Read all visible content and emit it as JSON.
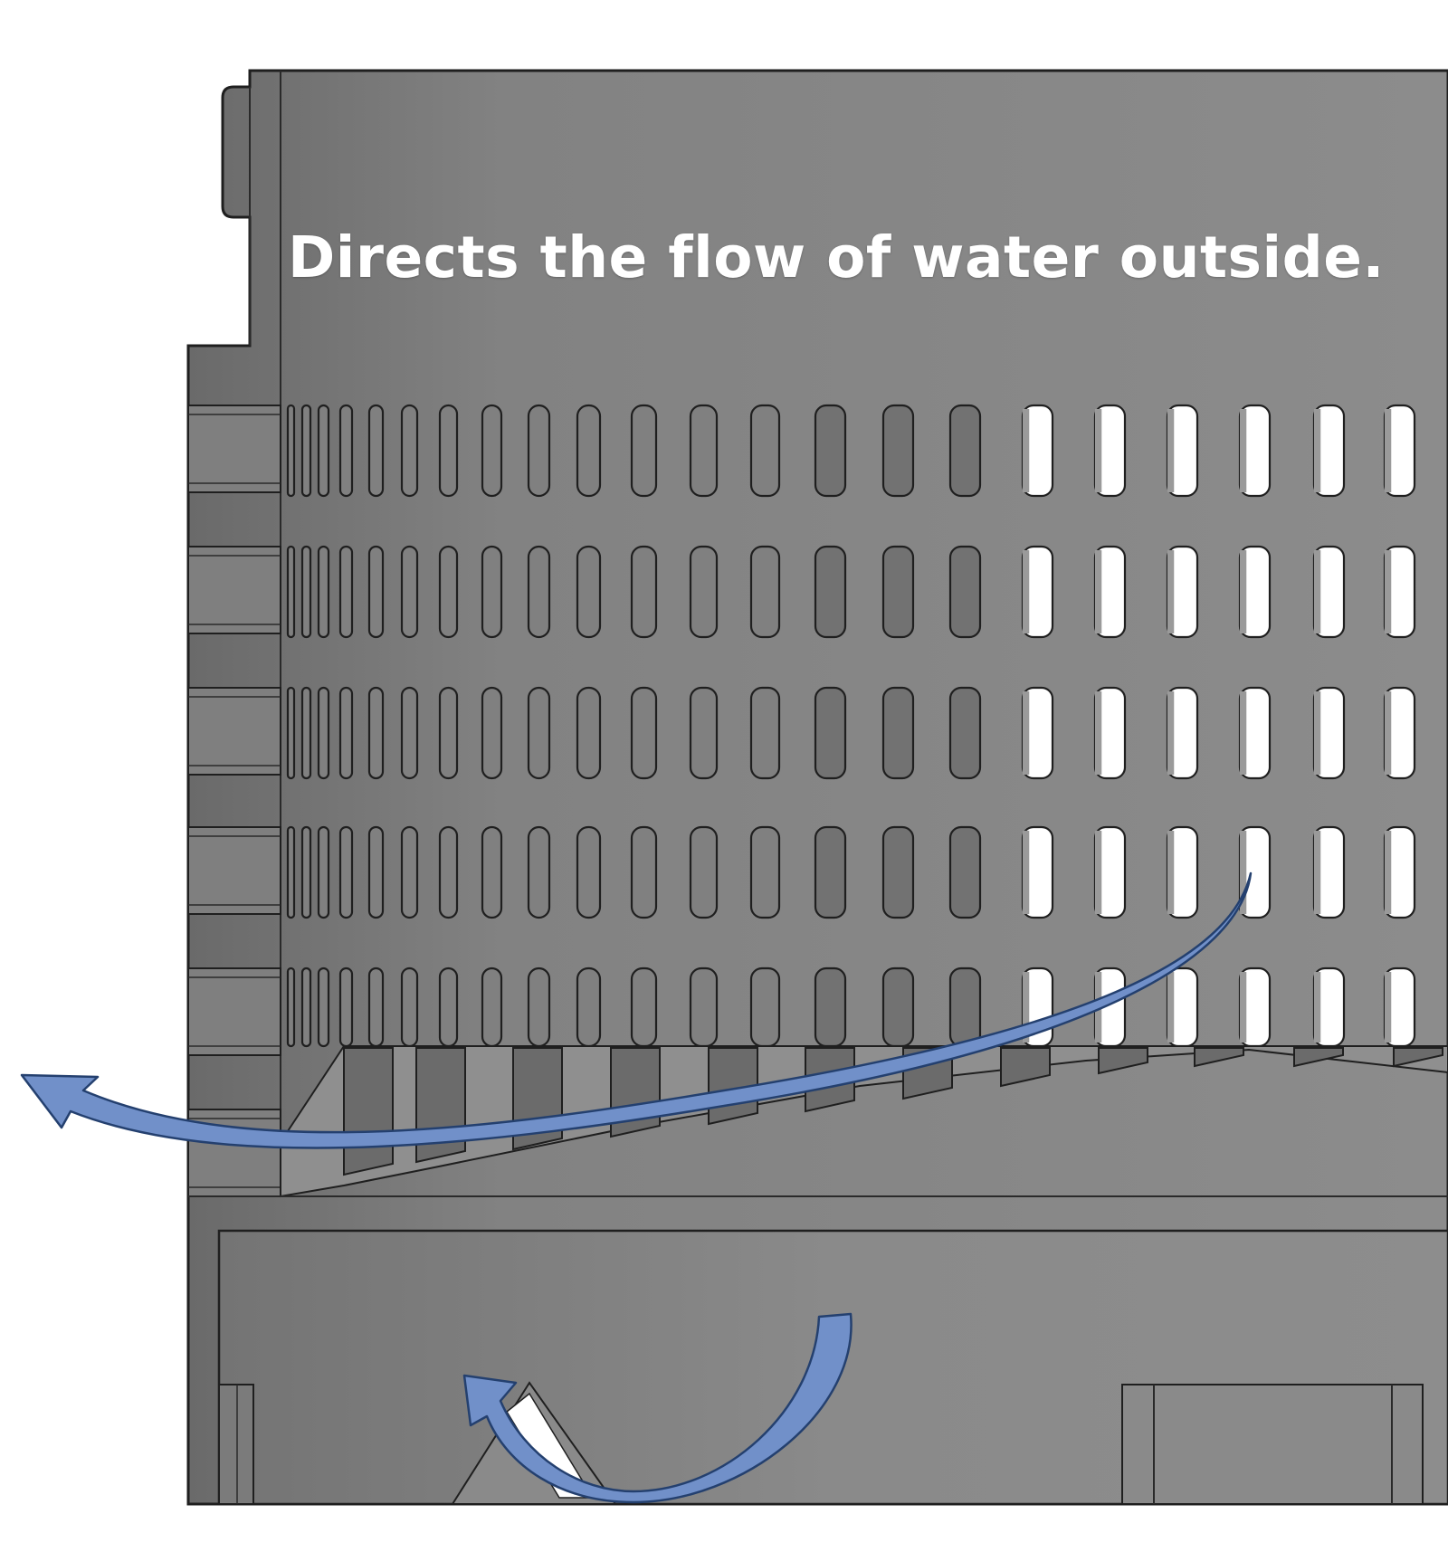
{
  "caption": "Directs the flow of water outside.",
  "colors": {
    "background": "#ffffff",
    "body": "#8a8a8a",
    "body_dark": "#6f6f6f",
    "outline": "#1f1f1f",
    "caption_text": "#ffffff",
    "arrow_fill": "#6f8fc7",
    "arrow_stroke": "#24406f"
  },
  "arrows": [
    {
      "name": "upper-flow-arrow",
      "meaning": "flow from slot out to the left"
    },
    {
      "name": "lower-flow-arrow",
      "meaning": "curved flow into the lower opening"
    }
  ]
}
